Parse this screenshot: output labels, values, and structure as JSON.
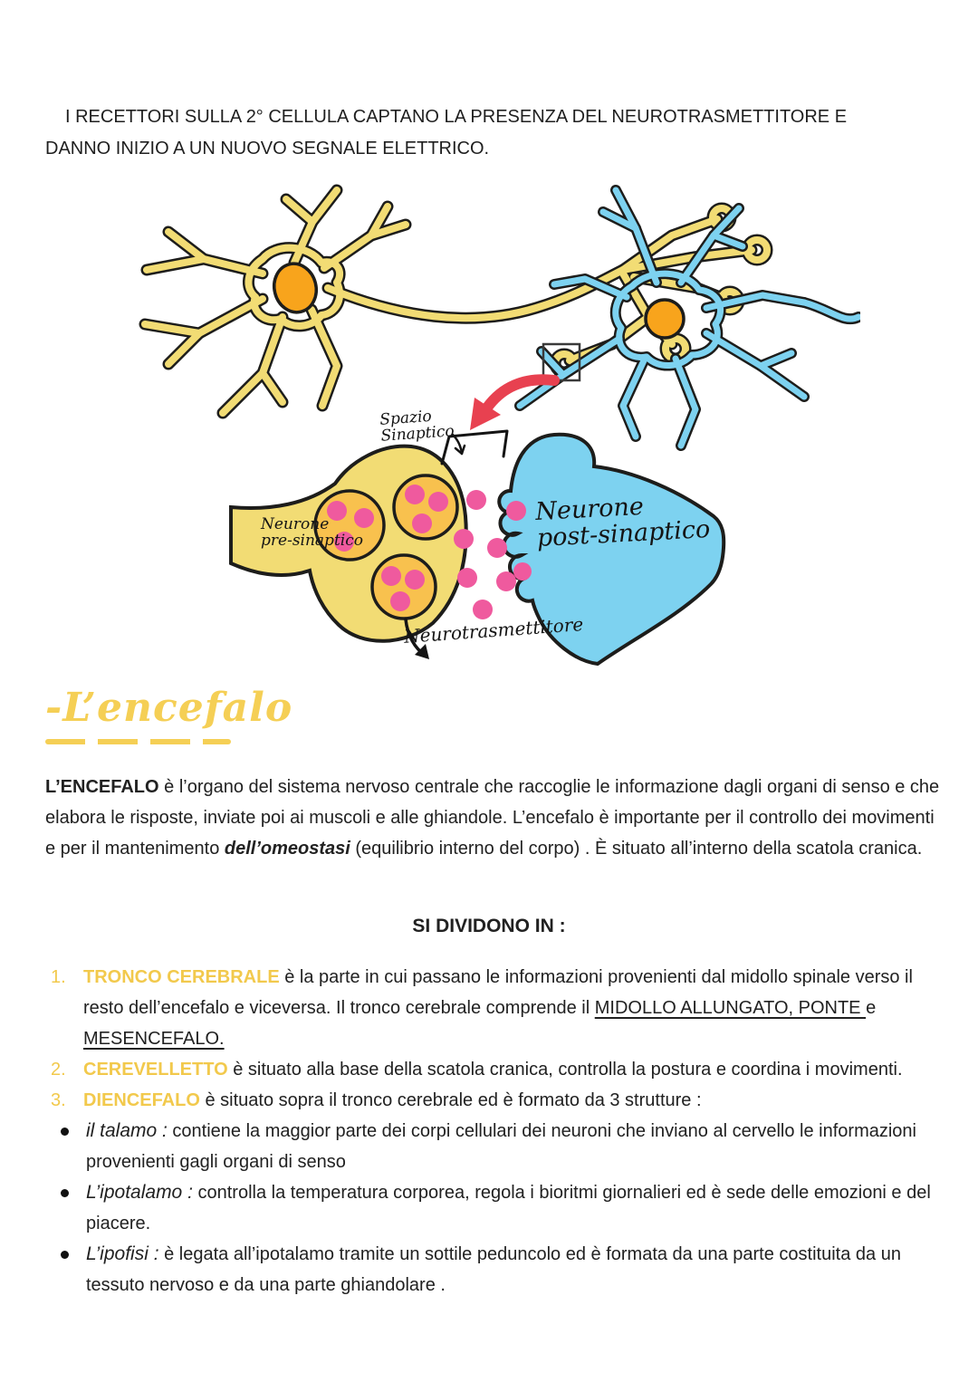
{
  "intro": {
    "line1": "I RECETTORI SULLA 2° CELLULA CAPTANO LA PRESENZA DEL NEUROTRASMETTITORE  E",
    "line2": "DANNO INIZIO A UN NUOVO SEGNALE ELETTRICO."
  },
  "diagram": {
    "description": "Two neurons (yellow pre-synaptic, blue post-synaptic) with a magnified synapse",
    "labels": {
      "spazio": "Spazio\nSinaptico",
      "pre": "Neurone\npre-sinaptico",
      "post": "Neurone\npost-sinaptico",
      "neuro": "Neurotrasmettitore"
    },
    "colors": {
      "neuron_yellow": "#F2DC74",
      "neuron_blue": "#7DD2F0",
      "nucleus_orange": "#F8A41C",
      "vesicle_orange": "#F8C14E",
      "transmitter_pink": "#EF5A9E",
      "arrow_red": "#E84150",
      "outline_black": "#1d1d1b"
    }
  },
  "section": {
    "heading": "-L’encefalo",
    "accent_yellow": "#F2C94C",
    "paragraph": {
      "lead": "L’ENCEFALO",
      "p1": " è l’organo del sistema nervoso centrale che raccoglie le informazione dagli organi di senso e che elabora le risposte, inviate poi ai muscoli e alle ghiandole. L’encefalo è importante per il controllo dei movimenti e per il mantenimento ",
      "em": "dell’omeostasi",
      "p2": " (equilibrio interno del corpo) . È situato all’interno della scatola cranica."
    },
    "divider_title": "SI DIVIDONO IN :",
    "numbered": [
      {
        "num": "1.",
        "term": "TRONCO CEREBRALE",
        "t1": " è la parte in cui passano le informazioni provenienti dal midollo spinale verso il resto dell’encefalo e viceversa. Il tronco cerebrale comprende il ",
        "u1": "MIDOLLO ALLUNGATO, PONTE ",
        "t2": " e ",
        "u2": "MESENCEFALO."
      },
      {
        "num": "2.",
        "term": "CEREVELLETTO",
        "t1": " è situato alla base della scatola cranica, controlla la postura e coordina i movimenti."
      },
      {
        "num": "3.",
        "term": "DIENCEFALO",
        "t1": " è situato sopra il tronco cerebrale ed è formato da 3 strutture :"
      }
    ],
    "bullets": [
      {
        "term": "il talamo :",
        "text": " contiene la maggior parte dei corpi cellulari dei neuroni che  inviano al cervello le informazioni provenienti gagli organi di senso"
      },
      {
        "term": "L’ipotalamo :",
        "text": " controlla la temperatura corporea, regola i bioritmi giornalieri ed è sede delle emozioni e del piacere."
      },
      {
        "term": "L’ipofisi :",
        "text": " è legata all’ipotalamo tramite un sottile peduncolo ed è formata da una parte costituita da un tessuto nervoso e da una parte ghiandolare ."
      }
    ]
  }
}
